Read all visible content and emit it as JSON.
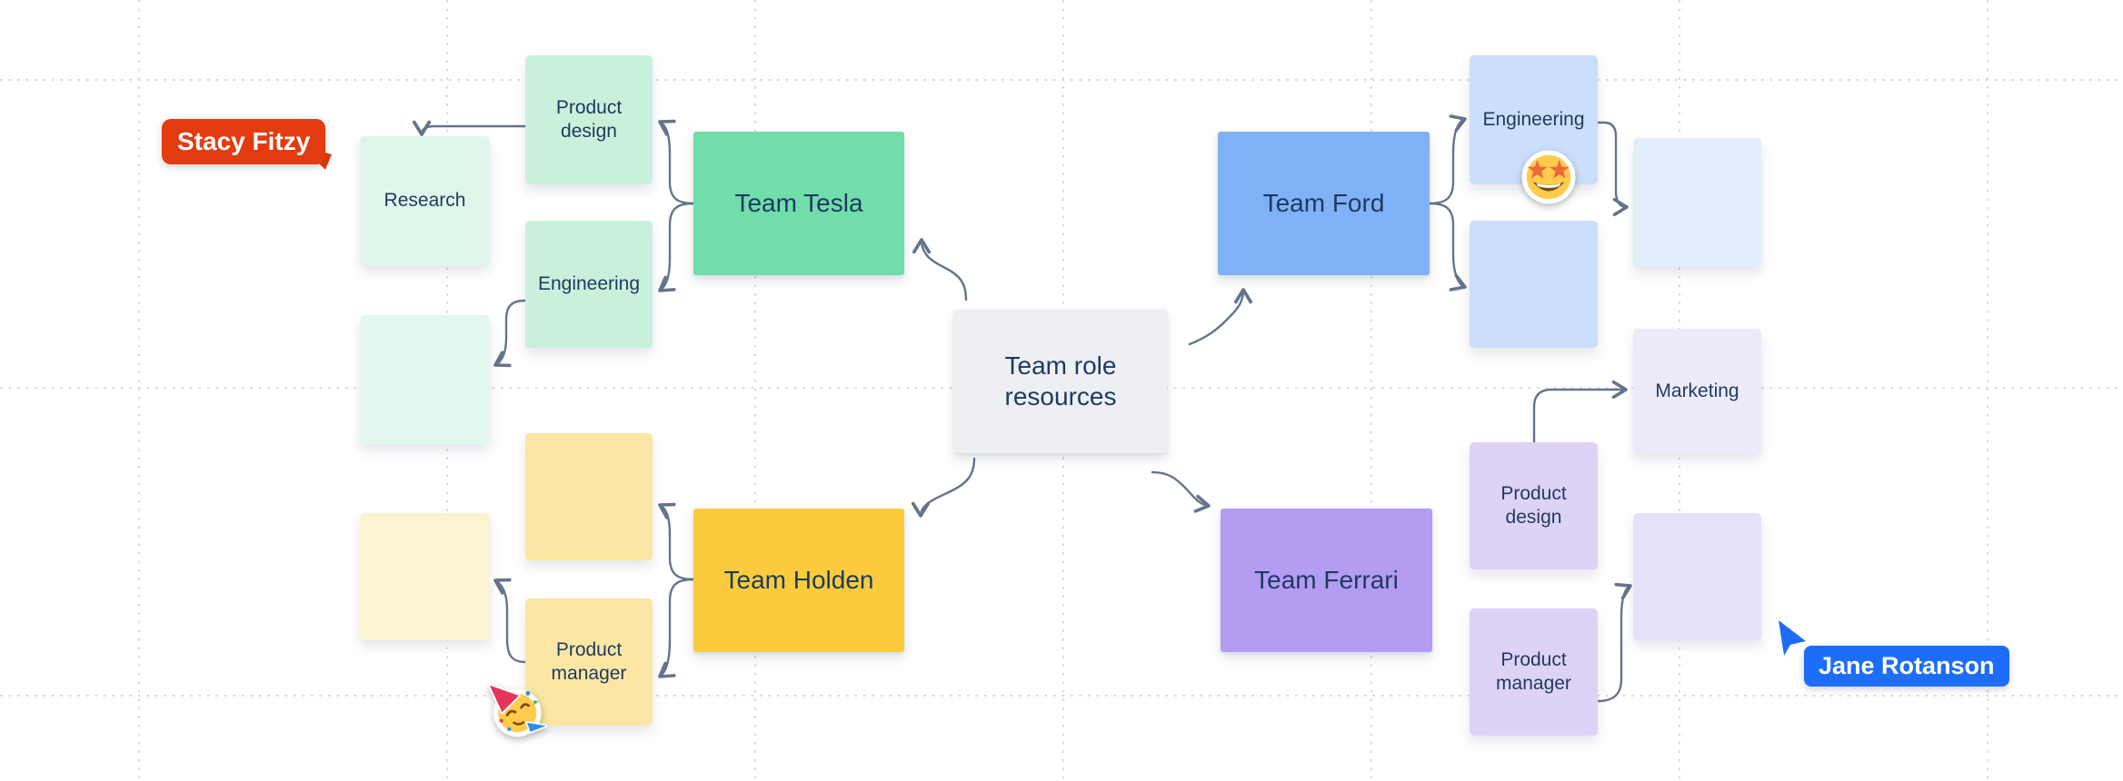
{
  "board": {
    "background": "#ffffff",
    "grid_color": "#d9d9d9",
    "connector_color": "#64748b",
    "text_color": "#1e3a5f"
  },
  "center_node": {
    "label": "Team role resources",
    "bg": "#edeff2"
  },
  "teams": [
    {
      "name": "tesla",
      "label": "Team Tesla",
      "bg": "#70ddab"
    },
    {
      "name": "ford",
      "label": "Team Ford",
      "bg": "#7fb1f7"
    },
    {
      "name": "holden",
      "label": "Team Holden",
      "bg": "#facc3d"
    },
    {
      "name": "ferrari",
      "label": "Team Ferrari",
      "bg": "#b49cf2"
    }
  ],
  "stickies": [
    {
      "name": "product-design-green",
      "label": "Product design",
      "bg": "#c8f1dc"
    },
    {
      "name": "research",
      "label": "Research",
      "bg": "#dff7eb"
    },
    {
      "name": "engineering-green",
      "label": "Engineering",
      "bg": "#c8f1dc"
    },
    {
      "name": "empty-mint",
      "label": "",
      "bg": "#e2f8ee"
    },
    {
      "name": "empty-yellow",
      "label": "",
      "bg": "#fbe7a3"
    },
    {
      "name": "empty-pale-yellow",
      "label": "",
      "bg": "#fcf3d2"
    },
    {
      "name": "product-manager-yellow",
      "label": "Product manager",
      "bg": "#fbe7a3"
    },
    {
      "name": "engineering-blue",
      "label": "Engineering",
      "bg": "#cbdefa"
    },
    {
      "name": "empty-blue",
      "label": "",
      "bg": "#cbdefa"
    },
    {
      "name": "empty-light-blue",
      "label": "",
      "bg": "#e3eefb"
    },
    {
      "name": "marketing",
      "label": "Marketing",
      "bg": "#edeaf9"
    },
    {
      "name": "product-design-purple",
      "label": "Product design",
      "bg": "#ddd3f7"
    },
    {
      "name": "product-manager-purple",
      "label": "Product manager",
      "bg": "#ddd3f7"
    },
    {
      "name": "empty-lavender",
      "label": "",
      "bg": "#e7e1fa"
    }
  ],
  "collaborators": [
    {
      "name": "Stacy Fitzy",
      "color": "#e23b10"
    },
    {
      "name": "Jane Rotanson",
      "color": "#1e6df6"
    }
  ],
  "stickers": [
    {
      "name": "star-struck",
      "emoji": "🤩"
    },
    {
      "name": "partying-face",
      "emoji": "🥳"
    }
  ]
}
